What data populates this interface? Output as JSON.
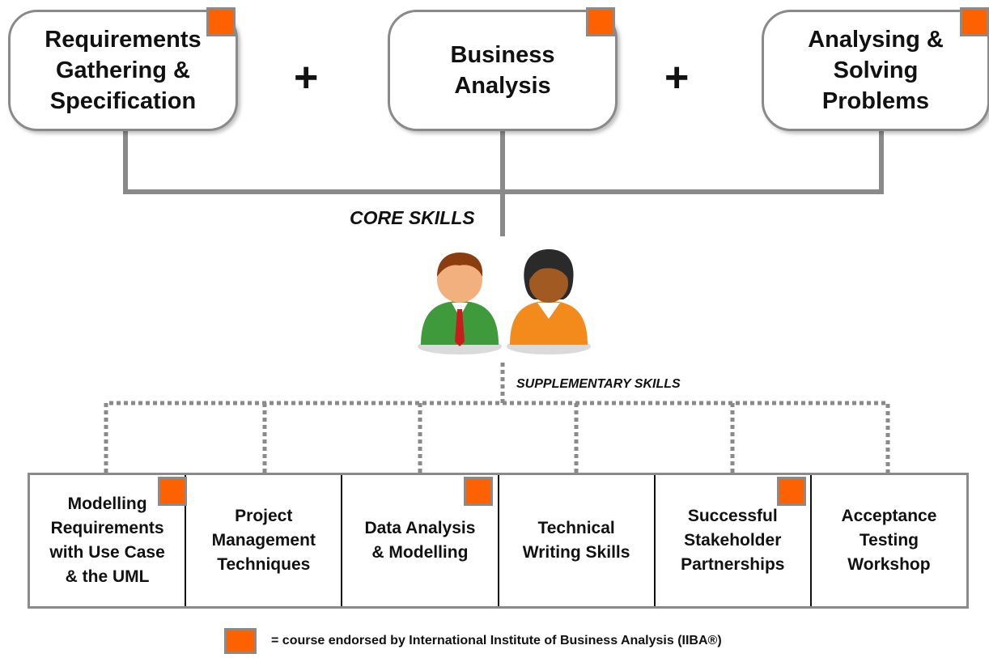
{
  "core": {
    "boxes": [
      {
        "label": "Requirements\nGathering &\nSpecification",
        "endorsed": true
      },
      {
        "label": "Business\nAnalysis",
        "endorsed": true
      },
      {
        "label": "Analysing &\nSolving\nProblems",
        "endorsed": true
      }
    ],
    "plus_symbol": "+",
    "label": "CORE SKILLS"
  },
  "people": {
    "icon_names": [
      "male-user-icon",
      "female-user-icon"
    ]
  },
  "supplementary": {
    "label": "SUPPLEMENTARY SKILLS",
    "items": [
      {
        "label": "Modelling\nRequirements\nwith Use Case\n& the UML",
        "endorsed": true
      },
      {
        "label": "Project\nManagement\nTechniques",
        "endorsed": false
      },
      {
        "label": "Data Analysis\n& Modelling",
        "endorsed": true
      },
      {
        "label": "Technical\nWriting Skills",
        "endorsed": false
      },
      {
        "label": "Successful\nStakeholder\nPartnerships",
        "endorsed": true
      },
      {
        "label": "Acceptance\nTesting\nWorkshop",
        "endorsed": false
      }
    ]
  },
  "legend": {
    "text": "= course endorsed by International Institute of Business Analysis (IIBA®)"
  },
  "colors": {
    "badge": "#fe6100",
    "border": "#8a8a8a",
    "connector": "#8a8a8a"
  }
}
